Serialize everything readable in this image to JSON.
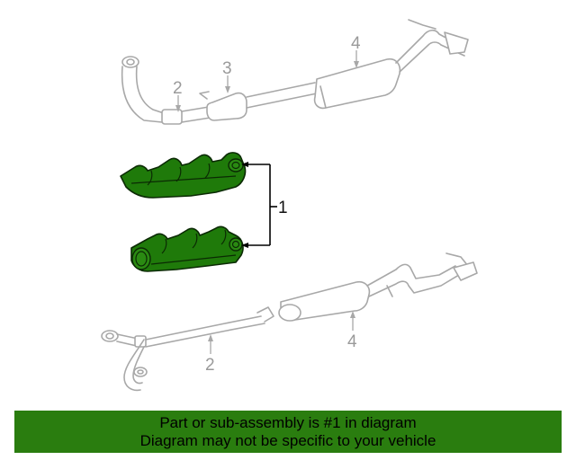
{
  "callouts": {
    "top_pipe": "2",
    "top_converter": "3",
    "top_muffler": "4",
    "manifold": "1",
    "bottom_pipe": "2",
    "bottom_muffler": "4"
  },
  "banner": {
    "line1": "Part or sub-assembly is #1 in diagram",
    "line2": "Diagram may not be specific to your vehicle"
  },
  "colors": {
    "highlight_part": "#1f7a0a",
    "banner_bg": "#2a7d0f",
    "line_art": "#a8a8a8"
  }
}
